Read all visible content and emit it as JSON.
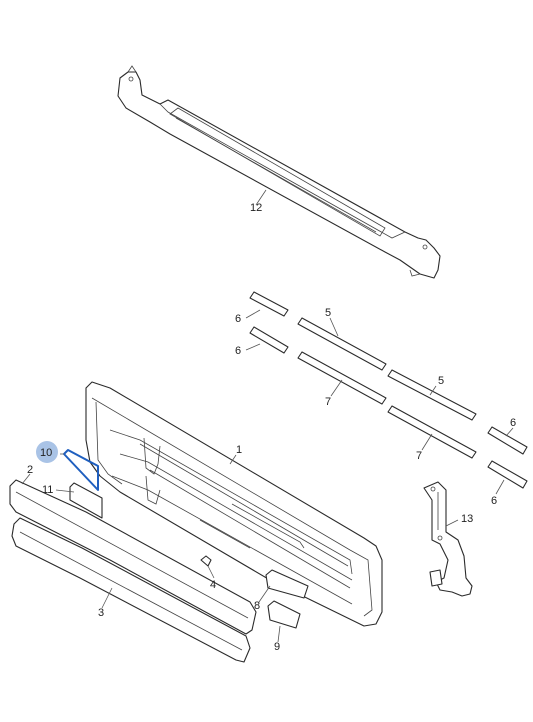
{
  "callouts": [
    {
      "id": "1",
      "label": "1"
    },
    {
      "id": "2",
      "label": "2"
    },
    {
      "id": "3",
      "label": "3"
    },
    {
      "id": "4",
      "label": "4"
    },
    {
      "id": "5a",
      "label": "5"
    },
    {
      "id": "5b",
      "label": "5"
    },
    {
      "id": "6a",
      "label": "6"
    },
    {
      "id": "6b",
      "label": "6"
    },
    {
      "id": "6c",
      "label": "6"
    },
    {
      "id": "6d",
      "label": "6"
    },
    {
      "id": "7a",
      "label": "7"
    },
    {
      "id": "7b",
      "label": "7"
    },
    {
      "id": "8",
      "label": "8"
    },
    {
      "id": "9",
      "label": "9"
    },
    {
      "id": "10",
      "label": "10"
    },
    {
      "id": "11",
      "label": "11"
    },
    {
      "id": "12",
      "label": "12"
    },
    {
      "id": "13",
      "label": "13"
    }
  ],
  "highlighted_part": "10",
  "colors": {
    "line": "#2b2b2b",
    "highlight": "#1f5fbf",
    "highlight_badge": "#a9c3e6"
  }
}
